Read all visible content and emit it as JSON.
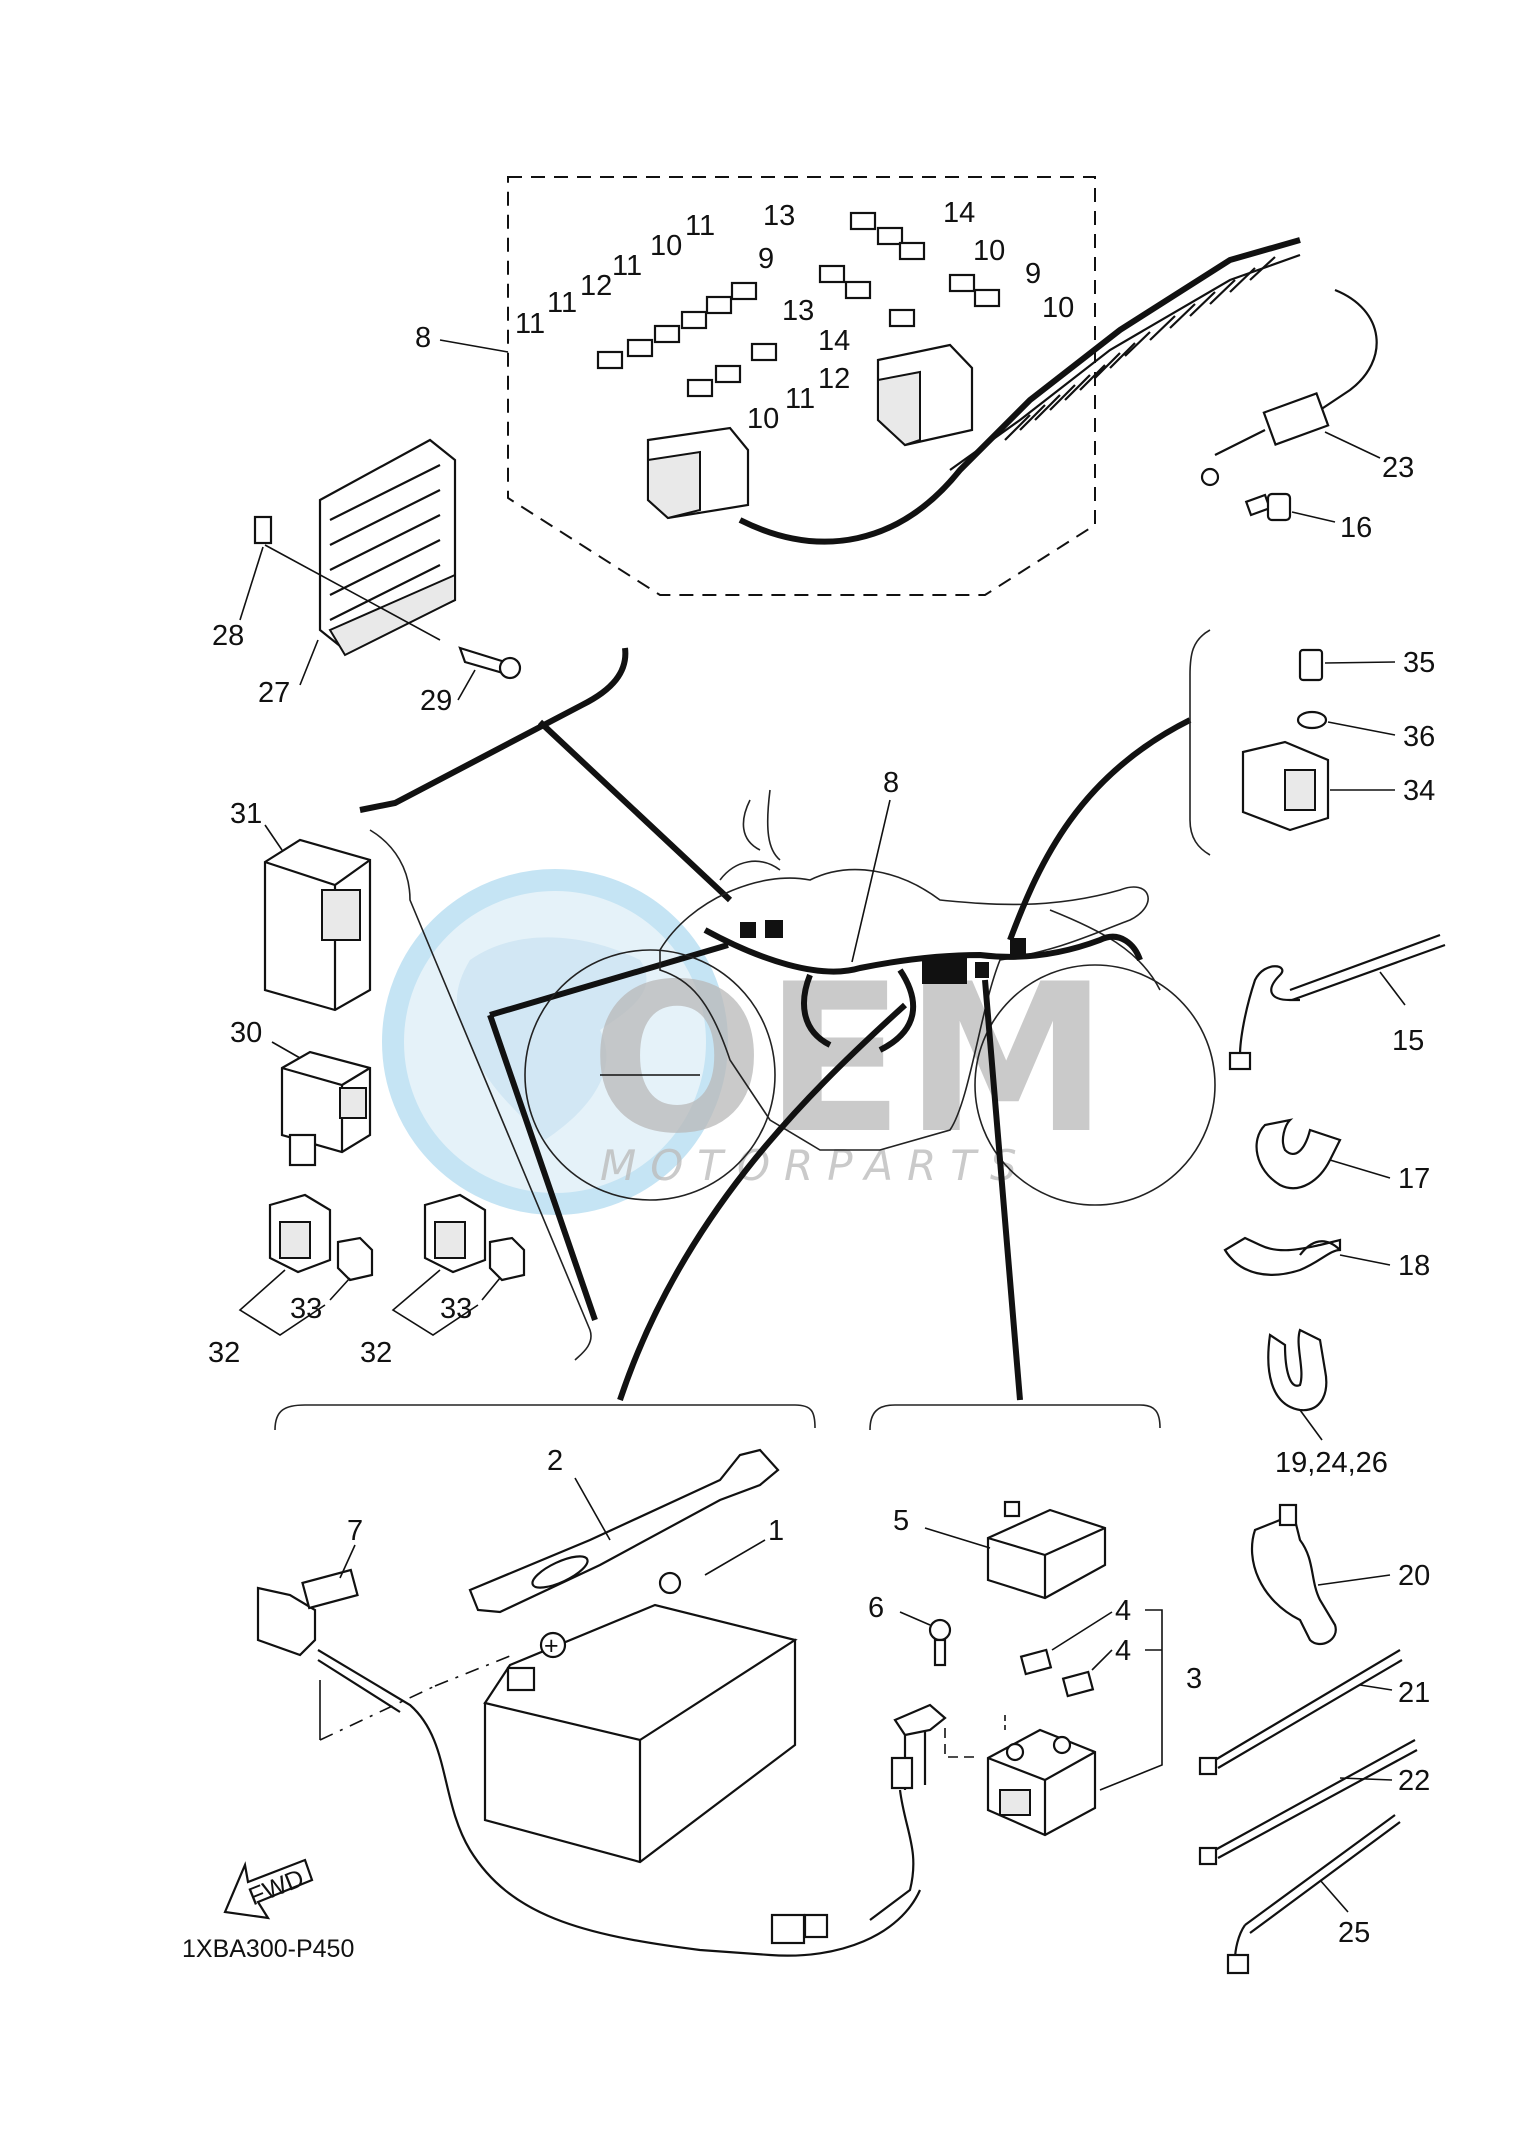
{
  "diagram": {
    "code": "1XBA300-P450",
    "watermark": {
      "brand": "OEM",
      "tagline": "MOTORPARTS"
    },
    "direction_badge": "FWD",
    "callouts": {
      "c1": "1",
      "c2": "2",
      "c3": "3",
      "c4a": "4",
      "c4b": "4",
      "c5": "5",
      "c6": "6",
      "c7": "7",
      "c8_top": "8",
      "c8_mid": "8",
      "c9a": "9",
      "c9b": "9",
      "c10a": "10",
      "c10b": "10",
      "c10c": "10",
      "c10d": "10",
      "c11a": "11",
      "c11b": "11",
      "c11c": "11",
      "c11d": "11",
      "c11e": "11",
      "c12a": "12",
      "c12b": "12",
      "c13a": "13",
      "c13b": "13",
      "c14a": "14",
      "c14b": "14",
      "c15": "15",
      "c16": "16",
      "c17": "17",
      "c18": "18",
      "c19": "19,24,26",
      "c20": "20",
      "c21": "21",
      "c22": "22",
      "c23": "23",
      "c25": "25",
      "c27": "27",
      "c28": "28",
      "c29": "29",
      "c30": "30",
      "c31": "31",
      "c32a": "32",
      "c32b": "32",
      "c33a": "33",
      "c33b": "33",
      "c34": "34",
      "c35": "35",
      "c36": "36"
    }
  }
}
